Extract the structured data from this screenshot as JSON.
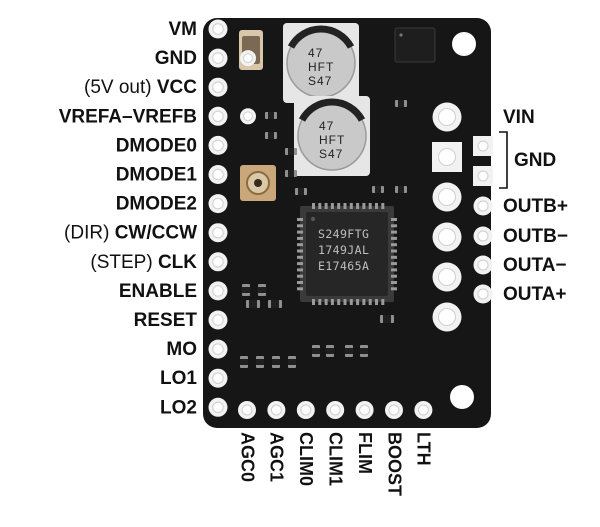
{
  "board": {
    "pcb_color": "#161616",
    "pad_color": "#f2f2f2",
    "hole_color": "#ffffff",
    "silk_color": "#e8e8e8",
    "chip": {
      "lines": [
        "S249FTG",
        "1749JAL",
        "E17465A"
      ]
    },
    "capacitors": [
      {
        "lines": [
          "47",
          "HFT",
          "S47"
        ]
      },
      {
        "lines": [
          "47",
          "HFT",
          "S47"
        ]
      }
    ]
  },
  "left_pins": [
    {
      "prefix": "",
      "label": "VM"
    },
    {
      "prefix": "",
      "label": "GND"
    },
    {
      "prefix": "(5V out) ",
      "label": "VCC"
    },
    {
      "prefix": "",
      "label": "VREFA–VREFB"
    },
    {
      "prefix": "",
      "label": "DMODE0"
    },
    {
      "prefix": "",
      "label": "DMODE1"
    },
    {
      "prefix": "",
      "label": "DMODE2"
    },
    {
      "prefix": "(DIR) ",
      "label": "CW/CCW"
    },
    {
      "prefix": "(STEP) ",
      "label": "CLK"
    },
    {
      "prefix": "",
      "label": "ENABLE"
    },
    {
      "prefix": "",
      "label": "RESET"
    },
    {
      "prefix": "",
      "label": "MO"
    },
    {
      "prefix": "",
      "label": "LO1"
    },
    {
      "prefix": "",
      "label": "LO2"
    }
  ],
  "right_pins": [
    {
      "label": "VIN"
    },
    {
      "label": "GND"
    },
    {
      "label": "OUTB+"
    },
    {
      "label": "OUTB−"
    },
    {
      "label": "OUTA−"
    },
    {
      "label": "OUTA+"
    }
  ],
  "bottom_pins": [
    {
      "label": "AGC0"
    },
    {
      "label": "AGC1"
    },
    {
      "label": "CLIM0"
    },
    {
      "label": "CLIM1"
    },
    {
      "label": "FLIM"
    },
    {
      "label": "BOOST"
    },
    {
      "label": "LTH"
    }
  ]
}
